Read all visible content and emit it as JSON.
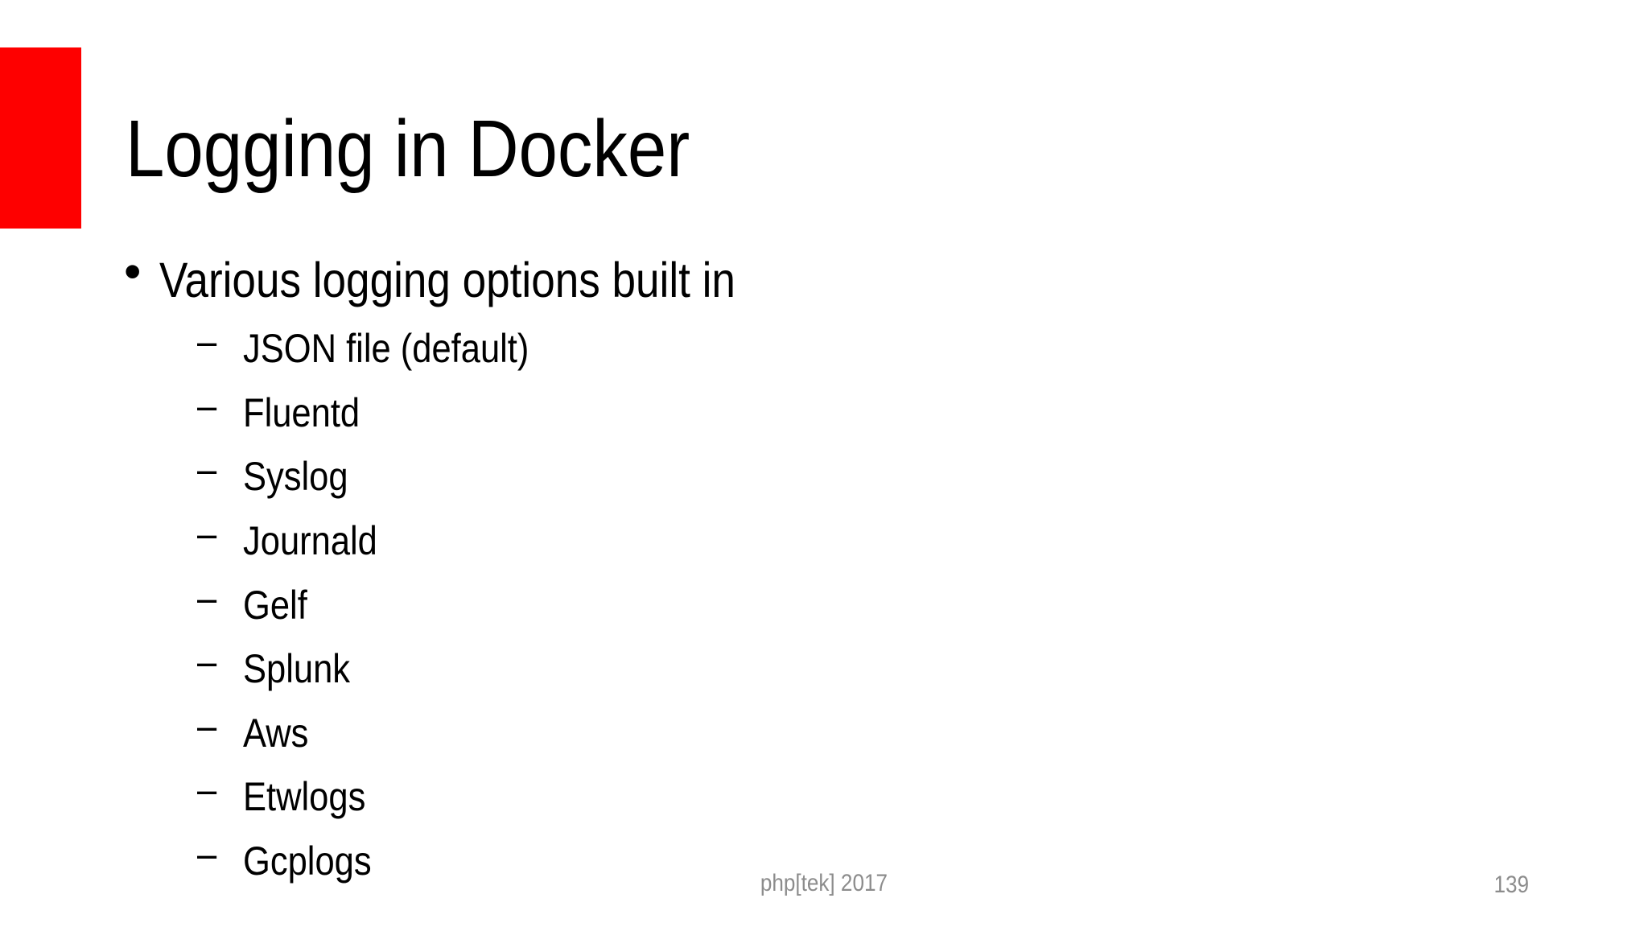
{
  "slide": {
    "title": "Logging in Docker",
    "bullet_marker": "•",
    "bullet_text": "Various logging options built in",
    "sub_marker": "–",
    "sub_items": [
      "JSON file (default)",
      "Fluentd",
      "Syslog",
      "Journald",
      "Gelf",
      "Splunk",
      "Aws",
      "Etwlogs",
      "Gcplogs"
    ],
    "footer": "php[tek] 2017",
    "page_number": "139",
    "colors": {
      "accent_red": "#fe0000",
      "text_black": "#000000",
      "footer_gray": "#8c8c8c",
      "background_white": "#ffffff"
    }
  }
}
